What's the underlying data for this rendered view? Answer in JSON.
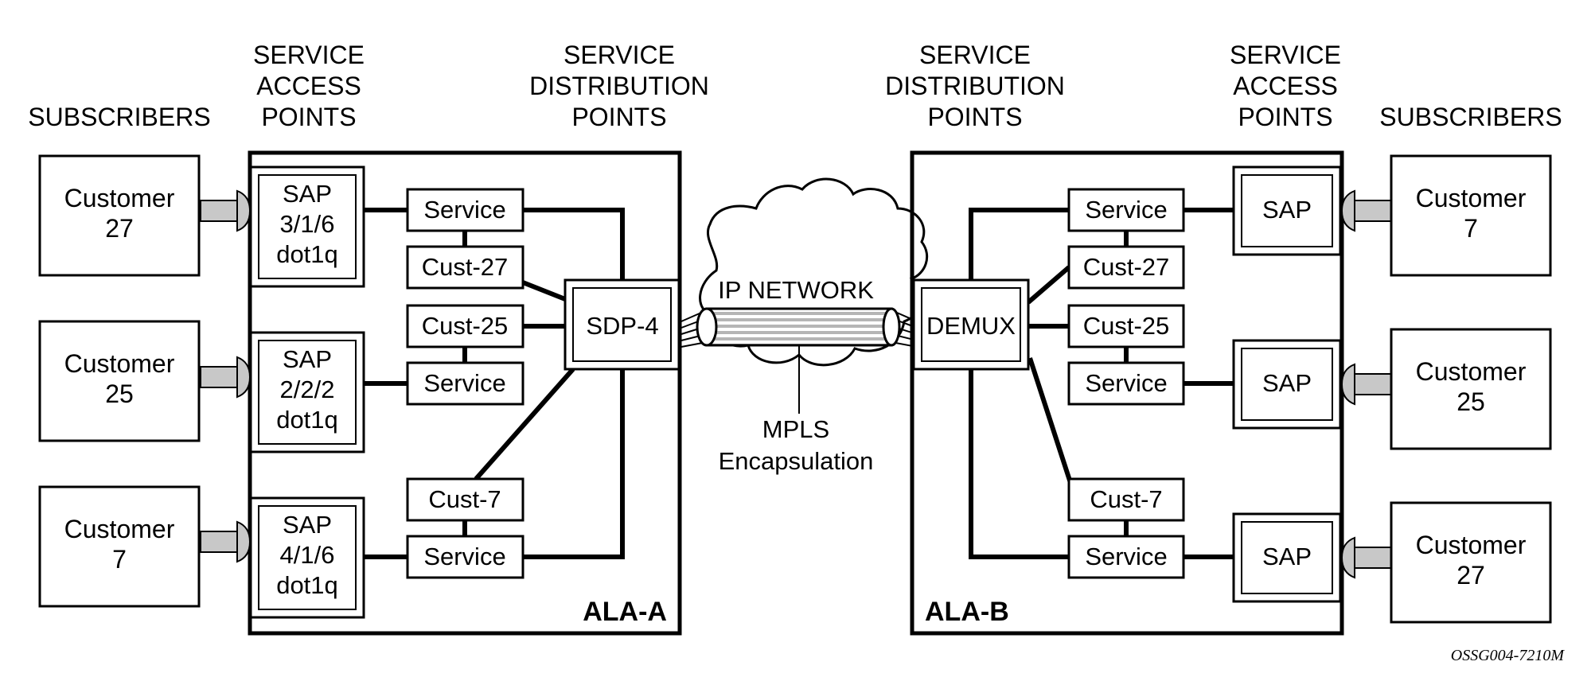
{
  "headers": {
    "left_subscribers": "SUBSCRIBERS",
    "left_sap": [
      "SERVICE",
      "ACCESS",
      "POINTS"
    ],
    "left_sdp": [
      "SERVICE",
      "DISTRIBUTION",
      "POINTS"
    ],
    "right_sdp": [
      "SERVICE",
      "DISTRIBUTION",
      "POINTS"
    ],
    "right_sap": [
      "SERVICE",
      "ACCESS",
      "POINTS"
    ],
    "right_subscribers": "SUBSCRIBERS"
  },
  "ala_a": {
    "name": "ALA-A",
    "customers": [
      [
        "Customer",
        "27"
      ],
      [
        "Customer",
        "25"
      ],
      [
        "Customer",
        "7"
      ]
    ],
    "saps": [
      [
        "SAP",
        "3/1/6",
        "dot1q"
      ],
      [
        "SAP",
        "2/2/2",
        "dot1q"
      ],
      [
        "SAP",
        "4/1/6",
        "dot1q"
      ]
    ],
    "boxes": {
      "service_1": "Service",
      "cust_27": "Cust-27",
      "cust_25": "Cust-25",
      "service_2": "Service",
      "cust_7": "Cust-7",
      "service_3": "Service"
    },
    "sdp": "SDP-4"
  },
  "network": {
    "label": "IP NETWORK",
    "encap": [
      "MPLS",
      "Encapsulation"
    ]
  },
  "ala_b": {
    "name": "ALA-B",
    "demux": "DEMUX",
    "boxes": {
      "service_1": "Service",
      "cust_27": "Cust-27",
      "cust_25": "Cust-25",
      "service_2": "Service",
      "cust_7": "Cust-7",
      "service_3": "Service"
    },
    "saps": [
      "SAP",
      "SAP",
      "SAP"
    ],
    "customers": [
      [
        "Customer",
        "7"
      ],
      [
        "Customer",
        "25"
      ],
      [
        "Customer",
        "27"
      ]
    ]
  },
  "footnote": "OSSG004-7210M"
}
